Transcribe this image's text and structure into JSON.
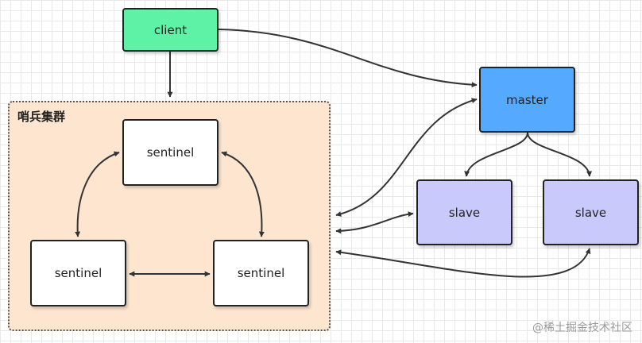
{
  "diagram": {
    "group_label": "哨兵集群",
    "nodes": {
      "client": "client",
      "master": "master",
      "slave_1": "slave",
      "slave_2": "slave",
      "sentinel_top": "sentinel",
      "sentinel_left": "sentinel",
      "sentinel_right": "sentinel"
    },
    "colors": {
      "client": "#5ef2a7",
      "master": "#55a9ff",
      "slave": "#c9c9fb",
      "sentinel": "#ffffff",
      "group_fill": "#fde5cf"
    }
  },
  "watermark": "@稀土掘金技术社区"
}
